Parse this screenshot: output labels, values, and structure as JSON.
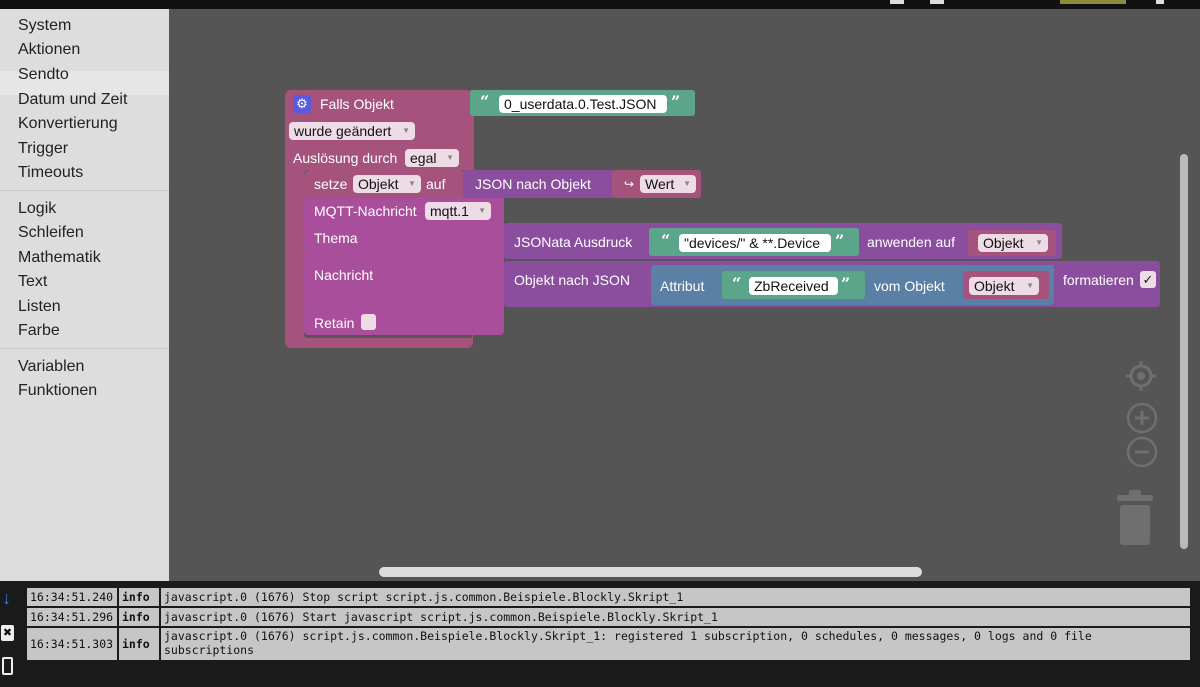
{
  "toolbox": {
    "categories": [
      "System",
      "Aktionen",
      "Sendto",
      "Datum und Zeit",
      "Konvertierung",
      "Trigger",
      "Timeouts",
      "Logik",
      "Schleifen",
      "Mathematik",
      "Text",
      "Listen",
      "Farbe",
      "Variablen",
      "Funktionen"
    ]
  },
  "blocks": {
    "trigger": {
      "title": "Falls Objekt",
      "object_id": "0_userdata.0.Test.JSON",
      "condition": "wurde geändert",
      "trigger_label": "Auslösung durch",
      "trigger_value": "egal"
    },
    "setvar": {
      "label_setze": "setze",
      "var": "Objekt",
      "label_auf": "auf",
      "json_label": "JSON nach Objekt",
      "wert_icon": "↪",
      "wert": "Wert"
    },
    "mqtt": {
      "label": "MQTT-Nachricht",
      "instance": "mqtt.1",
      "thema": "Thema",
      "nachricht": "Nachricht",
      "retain": "Retain"
    },
    "jsonata": {
      "label": "JSONata Ausdruck",
      "expr": "\"devices/\" & **.Device",
      "apply": "anwenden auf",
      "var": "Objekt"
    },
    "tojson": {
      "label": "Objekt nach JSON",
      "attr_label": "Attribut",
      "attr": "ZbReceived",
      "vom": "vom Objekt",
      "var": "Objekt",
      "format": "formatieren",
      "format_checked": "✓"
    }
  },
  "log": {
    "rows": [
      {
        "time": "16:34:51.240",
        "level": "info",
        "msg": "javascript.0 (1676) Stop script script.js.common.Beispiele.Blockly.Skript_1"
      },
      {
        "time": "16:34:51.296",
        "level": "info",
        "msg": "javascript.0 (1676) Start javascript script.js.common.Beispiele.Blockly.Skript_1"
      },
      {
        "time": "16:34:51.303",
        "level": "info",
        "msg": "javascript.0 (1676) script.js.common.Beispiele.Blockly.Skript_1: registered 1 subscription, 0 schedules, 0 messages, 0 logs and 0 file subscriptions"
      }
    ]
  },
  "icons": {
    "gear": "⚙",
    "quote_open": "“",
    "quote_close": "”",
    "dropdown": "▼",
    "log_down": "↓",
    "log_clear": "✖"
  }
}
